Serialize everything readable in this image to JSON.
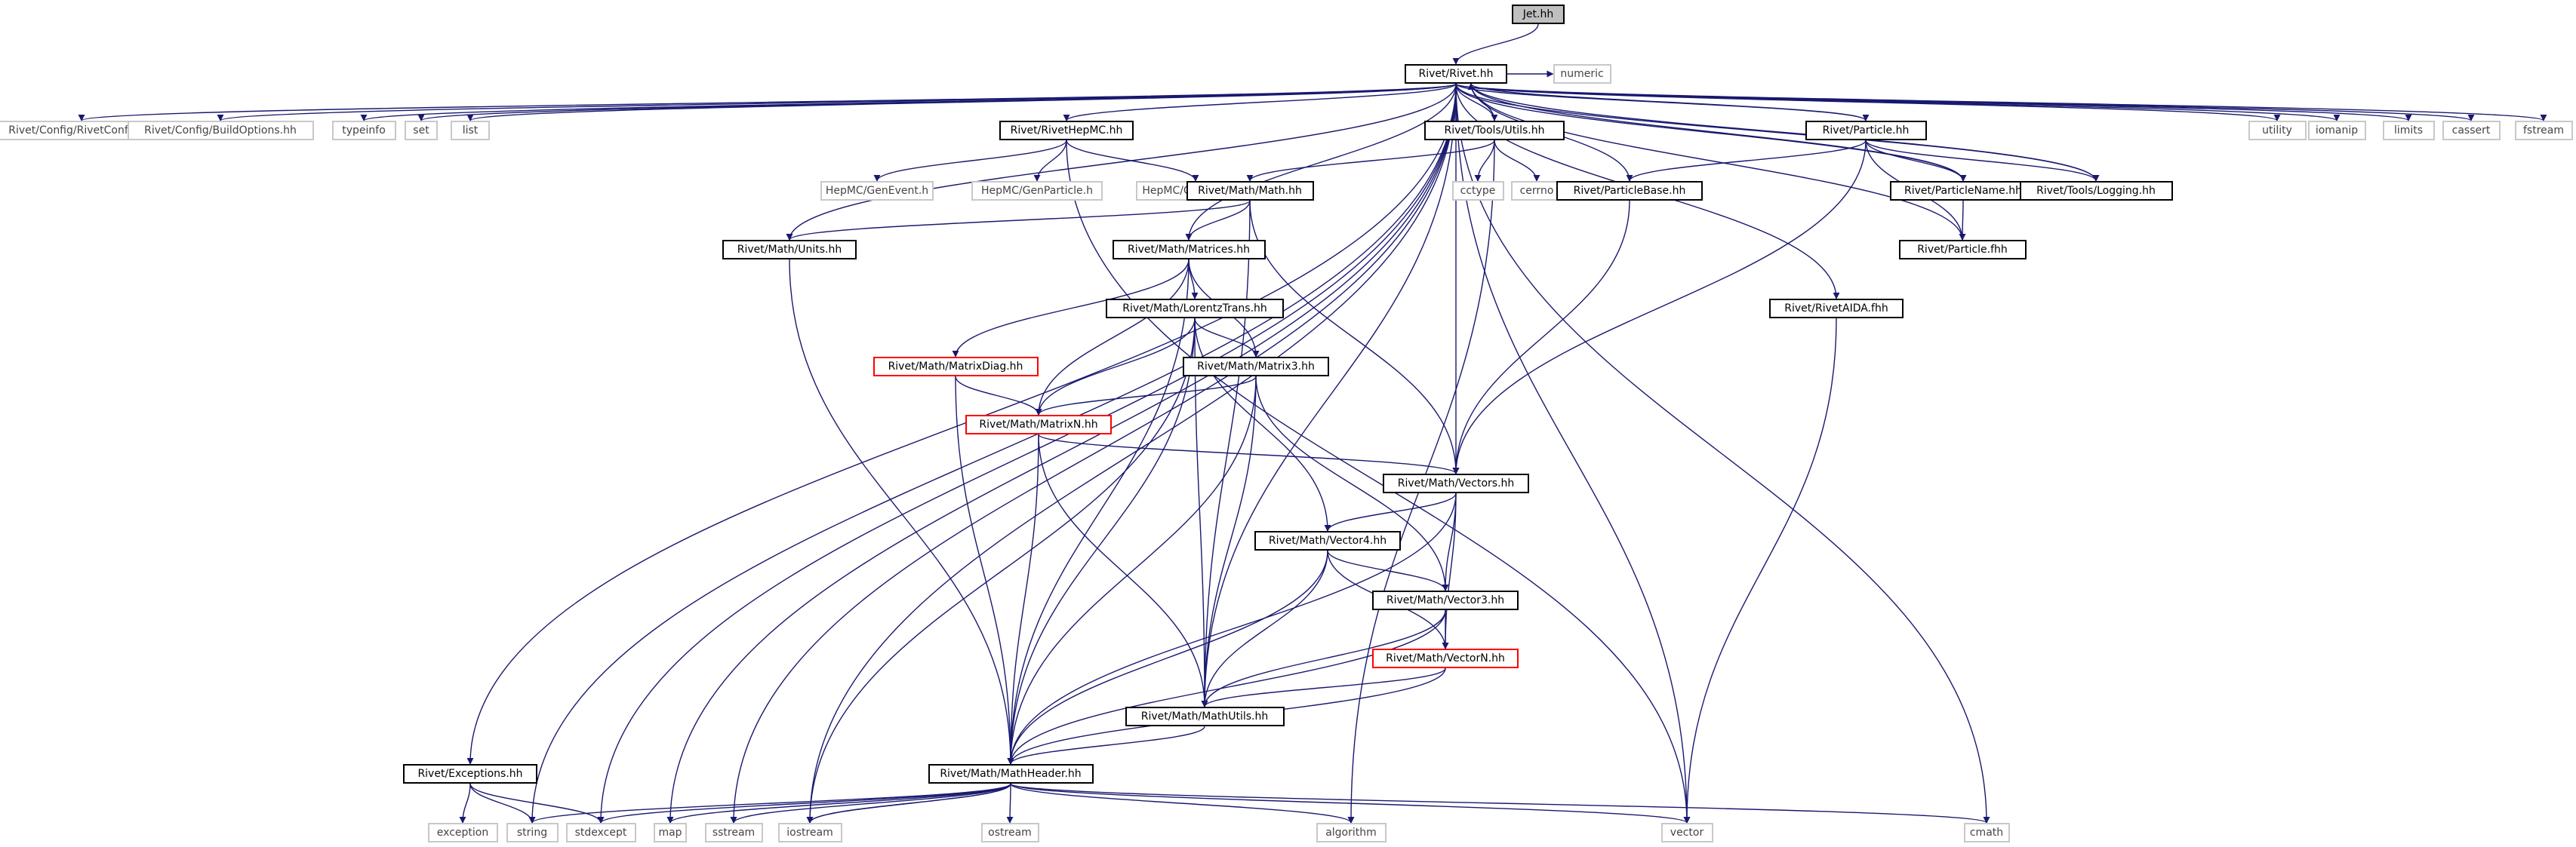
{
  "graph": {
    "nodes": [
      {
        "id": "jet",
        "label": "Jet.hh",
        "type": "root"
      },
      {
        "id": "rivet",
        "label": "Rivet/Rivet.hh",
        "type": "local"
      },
      {
        "id": "numeric",
        "label": "numeric",
        "type": "system"
      },
      {
        "id": "rivetconfig",
        "label": "Rivet/Config/RivetConfig.hh",
        "type": "system"
      },
      {
        "id": "buildoptions",
        "label": "Rivet/Config/BuildOptions.hh",
        "type": "system"
      },
      {
        "id": "typeinfo",
        "label": "typeinfo",
        "type": "system"
      },
      {
        "id": "set",
        "label": "set",
        "type": "system"
      },
      {
        "id": "list",
        "label": "list",
        "type": "system"
      },
      {
        "id": "rivethepmc",
        "label": "Rivet/RivetHepMC.hh",
        "type": "local"
      },
      {
        "id": "toolsutils",
        "label": "Rivet/Tools/Utils.hh",
        "type": "local"
      },
      {
        "id": "particle",
        "label": "Rivet/Particle.hh",
        "type": "local"
      },
      {
        "id": "utility",
        "label": "utility",
        "type": "system"
      },
      {
        "id": "iomanip",
        "label": "iomanip",
        "type": "system"
      },
      {
        "id": "limits",
        "label": "limits",
        "type": "system"
      },
      {
        "id": "cassert",
        "label": "cassert",
        "type": "system"
      },
      {
        "id": "fstream",
        "label": "fstream",
        "type": "system"
      },
      {
        "id": "genevent",
        "label": "HepMC/GenEvent.h",
        "type": "system"
      },
      {
        "id": "genparticle",
        "label": "HepMC/GenParticle.h",
        "type": "system"
      },
      {
        "id": "genvertex",
        "label": "HepMC/GenVertex.h",
        "type": "system"
      },
      {
        "id": "cctype",
        "label": "cctype",
        "type": "system"
      },
      {
        "id": "cerrno",
        "label": "cerrno",
        "type": "system"
      },
      {
        "id": "math",
        "label": "Rivet/Math/Math.hh",
        "type": "local"
      },
      {
        "id": "particlebase",
        "label": "Rivet/ParticleBase.hh",
        "type": "local"
      },
      {
        "id": "particlename",
        "label": "Rivet/ParticleName.hh",
        "type": "local"
      },
      {
        "id": "logging",
        "label": "Rivet/Tools/Logging.hh",
        "type": "local"
      },
      {
        "id": "units",
        "label": "Rivet/Math/Units.hh",
        "type": "local"
      },
      {
        "id": "matrices",
        "label": "Rivet/Math/Matrices.hh",
        "type": "local"
      },
      {
        "id": "particlefhh",
        "label": "Rivet/Particle.fhh",
        "type": "local"
      },
      {
        "id": "lorentz",
        "label": "Rivet/Math/LorentzTrans.hh",
        "type": "local"
      },
      {
        "id": "rivetaida",
        "label": "Rivet/RivetAIDA.fhh",
        "type": "local"
      },
      {
        "id": "matrixdiag",
        "label": "Rivet/Math/MatrixDiag.hh",
        "type": "incomplete"
      },
      {
        "id": "matrix3",
        "label": "Rivet/Math/Matrix3.hh",
        "type": "local"
      },
      {
        "id": "matrixn",
        "label": "Rivet/Math/MatrixN.hh",
        "type": "incomplete"
      },
      {
        "id": "vectors",
        "label": "Rivet/Math/Vectors.hh",
        "type": "local"
      },
      {
        "id": "vector4",
        "label": "Rivet/Math/Vector4.hh",
        "type": "local"
      },
      {
        "id": "vector3",
        "label": "Rivet/Math/Vector3.hh",
        "type": "local"
      },
      {
        "id": "vectorn",
        "label": "Rivet/Math/VectorN.hh",
        "type": "incomplete"
      },
      {
        "id": "mathutils",
        "label": "Rivet/Math/MathUtils.hh",
        "type": "local"
      },
      {
        "id": "exceptions",
        "label": "Rivet/Exceptions.hh",
        "type": "local"
      },
      {
        "id": "mathheader",
        "label": "Rivet/Math/MathHeader.hh",
        "type": "local"
      },
      {
        "id": "exception",
        "label": "exception",
        "type": "system"
      },
      {
        "id": "string",
        "label": "string",
        "type": "system"
      },
      {
        "id": "stdexcept",
        "label": "stdexcept",
        "type": "system"
      },
      {
        "id": "map",
        "label": "map",
        "type": "system"
      },
      {
        "id": "sstream",
        "label": "sstream",
        "type": "system"
      },
      {
        "id": "iostream",
        "label": "iostream",
        "type": "system"
      },
      {
        "id": "ostream",
        "label": "ostream",
        "type": "system"
      },
      {
        "id": "algorithm",
        "label": "algorithm",
        "type": "system"
      },
      {
        "id": "vector",
        "label": "vector",
        "type": "system"
      },
      {
        "id": "cmath",
        "label": "cmath",
        "type": "system"
      }
    ],
    "edges": [
      [
        "jet",
        "rivet"
      ],
      [
        "rivet",
        "numeric"
      ],
      [
        "rivet",
        "rivetconfig"
      ],
      [
        "rivet",
        "buildoptions"
      ],
      [
        "rivet",
        "typeinfo"
      ],
      [
        "rivet",
        "set"
      ],
      [
        "rivet",
        "list"
      ],
      [
        "rivet",
        "rivethepmc"
      ],
      [
        "rivet",
        "toolsutils"
      ],
      [
        "rivet",
        "particle"
      ],
      [
        "rivet",
        "utility"
      ],
      [
        "rivet",
        "iomanip"
      ],
      [
        "rivet",
        "limits"
      ],
      [
        "rivet",
        "cassert"
      ],
      [
        "rivet",
        "fstream"
      ],
      [
        "rivet",
        "units"
      ],
      [
        "rivet",
        "matrices"
      ],
      [
        "rivet",
        "vectors"
      ],
      [
        "rivet",
        "mathutils"
      ],
      [
        "rivet",
        "exceptions"
      ],
      [
        "rivet",
        "string"
      ],
      [
        "rivet",
        "stdexcept"
      ],
      [
        "rivet",
        "map"
      ],
      [
        "rivet",
        "sstream"
      ],
      [
        "rivet",
        "iostream"
      ],
      [
        "rivet",
        "vector"
      ],
      [
        "rivet",
        "cmath"
      ],
      [
        "rivet",
        "rivetaida"
      ],
      [
        "rivet",
        "particlename"
      ],
      [
        "rivet",
        "logging"
      ],
      [
        "rivethepmc",
        "genevent"
      ],
      [
        "rivethepmc",
        "genparticle"
      ],
      [
        "rivethepmc",
        "genvertex"
      ],
      [
        "rivethepmc",
        "vector"
      ],
      [
        "toolsutils",
        "rivet"
      ],
      [
        "toolsutils",
        "cctype"
      ],
      [
        "toolsutils",
        "cerrno"
      ],
      [
        "toolsutils",
        "math"
      ],
      [
        "toolsutils",
        "algorithm"
      ],
      [
        "particle",
        "particlebase"
      ],
      [
        "particle",
        "particlename"
      ],
      [
        "particle",
        "logging"
      ],
      [
        "particle",
        "particlefhh"
      ],
      [
        "particle",
        "vectors"
      ],
      [
        "particle",
        "rivet"
      ],
      [
        "particlebase",
        "rivet"
      ],
      [
        "particlebase",
        "vectors"
      ],
      [
        "particlename",
        "particlefhh"
      ],
      [
        "particlename",
        "rivet"
      ],
      [
        "logging",
        "rivet"
      ],
      [
        "particlefhh",
        "rivet"
      ],
      [
        "math",
        "units"
      ],
      [
        "math",
        "matrices"
      ],
      [
        "math",
        "vectors"
      ],
      [
        "math",
        "mathutils"
      ],
      [
        "units",
        "mathheader"
      ],
      [
        "matrices",
        "lorentz"
      ],
      [
        "matrices",
        "matrixdiag"
      ],
      [
        "matrices",
        "matrix3"
      ],
      [
        "matrices",
        "matrixn"
      ],
      [
        "matrices",
        "mathheader"
      ],
      [
        "lorentz",
        "matrix3"
      ],
      [
        "lorentz",
        "matrixn"
      ],
      [
        "lorentz",
        "vector4"
      ],
      [
        "lorentz",
        "mathutils"
      ],
      [
        "lorentz",
        "mathheader"
      ],
      [
        "lorentz",
        "iostream"
      ],
      [
        "matrixdiag",
        "matrixn"
      ],
      [
        "matrixdiag",
        "mathheader"
      ],
      [
        "matrix3",
        "matrixn"
      ],
      [
        "matrix3",
        "vector3"
      ],
      [
        "matrix3",
        "mathutils"
      ],
      [
        "matrix3",
        "mathheader"
      ],
      [
        "matrixn",
        "vectors"
      ],
      [
        "matrixn",
        "mathutils"
      ],
      [
        "matrixn",
        "mathheader"
      ],
      [
        "vectors",
        "vector4"
      ],
      [
        "vectors",
        "vector3"
      ],
      [
        "vectors",
        "vectorn"
      ],
      [
        "vectors",
        "mathheader"
      ],
      [
        "vector4",
        "vector3"
      ],
      [
        "vector4",
        "vectorn"
      ],
      [
        "vector4",
        "mathutils"
      ],
      [
        "vector4",
        "mathheader"
      ],
      [
        "vector3",
        "vectorn"
      ],
      [
        "vector3",
        "mathutils"
      ],
      [
        "vector3",
        "mathheader"
      ],
      [
        "vectorn",
        "mathutils"
      ],
      [
        "vectorn",
        "mathheader"
      ],
      [
        "mathutils",
        "mathheader"
      ],
      [
        "rivetaida",
        "vector"
      ],
      [
        "exceptions",
        "exception"
      ],
      [
        "exceptions",
        "string"
      ],
      [
        "exceptions",
        "stdexcept"
      ],
      [
        "mathheader",
        "string"
      ],
      [
        "mathheader",
        "stdexcept"
      ],
      [
        "mathheader",
        "map"
      ],
      [
        "mathheader",
        "sstream"
      ],
      [
        "mathheader",
        "iostream"
      ],
      [
        "mathheader",
        "ostream"
      ],
      [
        "mathheader",
        "algorithm"
      ],
      [
        "mathheader",
        "vector"
      ],
      [
        "mathheader",
        "cmath"
      ],
      [
        "mathheader",
        "iostream"
      ]
    ]
  },
  "colors": {
    "edge": "#191970",
    "local_border": "#000000",
    "system_border": "#c8c8c8",
    "incomplete_border": "#ff0000",
    "root_fill": "#bfbfbf"
  }
}
